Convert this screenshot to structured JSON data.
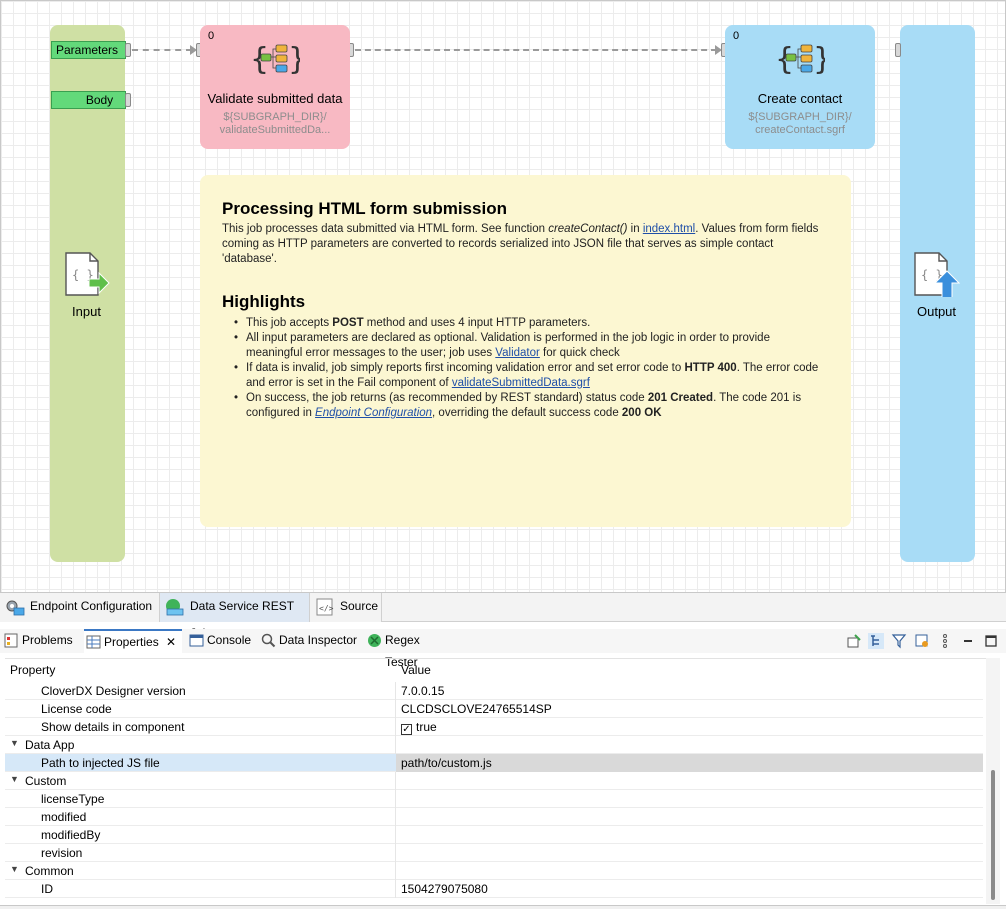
{
  "canvas": {
    "input_lane": {
      "label": "Input",
      "ports": [
        "Parameters",
        "Body"
      ]
    },
    "output_lane": {
      "label": "Output"
    },
    "components": [
      {
        "count": "0",
        "title": "Validate submitted data",
        "path_line1": "${SUBGRAPH_DIR}/",
        "path_line2": "validateSubmittedDa..."
      },
      {
        "count": "0",
        "title": "Create contact",
        "path_line1": "${SUBGRAPH_DIR}/",
        "path_line2": "createContact.sgrf"
      }
    ],
    "note": {
      "heading": "Processing HTML form submission",
      "intro_a": "This job processes data submitted via HTML form. See function ",
      "intro_fn": "createContact()",
      "intro_b": " in ",
      "intro_link": "index.html",
      "intro_c": ". Values from form fields coming as HTTP parameters are converted to records serialized into JSON file that serves as simple contact 'database'.",
      "highlights_heading": "Highlights",
      "b1_a": "This job accepts ",
      "b1_bold": "POST",
      "b1_b": " method and uses 4 input HTTP parameters.",
      "b2_a": " All input parameters are declared as optional. Validation is performed in the job logic in order to provide meaningful error messages to the user; job uses ",
      "b2_link": "Validator",
      "b2_b": " for quick check",
      "b3_a": "If data is invalid, job simply reports first incoming validation error and set error code to ",
      "b3_bold": "HTTP 400",
      "b3_b": ". The error code and error is set in the Fail component of ",
      "b3_link": "validateSubmittedData.sgrf",
      "b4_a": "On success, the job returns (as recommended by REST standard) status code ",
      "b4_bold1": "201 Created",
      "b4_b": ". The code 201 is configured in ",
      "b4_link": "Endpoint Configuration",
      "b4_c": ", overriding the default success code ",
      "b4_bold2": "200 OK"
    }
  },
  "editor_tabs": [
    "Endpoint Configuration",
    "Data Service REST Job",
    "Source"
  ],
  "view_tabs": [
    "Problems",
    "Properties",
    "Console",
    "Data Inspector",
    "Regex Tester"
  ],
  "properties": {
    "header_property": "Property",
    "header_value": "Value",
    "rows": [
      {
        "key": "CloverDX Designer version",
        "value": "7.0.0.15"
      },
      {
        "key": "License code",
        "value": "CLCDSCLOVE24765514SP"
      },
      {
        "key": "Show details in component",
        "value": "true"
      },
      {
        "key": "Data App",
        "value": ""
      },
      {
        "key": "Path to injected JS file",
        "value": "path/to/custom.js"
      },
      {
        "key": "Custom",
        "value": ""
      },
      {
        "key": "licenseType",
        "value": ""
      },
      {
        "key": "modified",
        "value": ""
      },
      {
        "key": "modifiedBy",
        "value": ""
      },
      {
        "key": "revision",
        "value": ""
      },
      {
        "key": "Common",
        "value": ""
      },
      {
        "key": "ID",
        "value": "1504279075080"
      }
    ]
  }
}
